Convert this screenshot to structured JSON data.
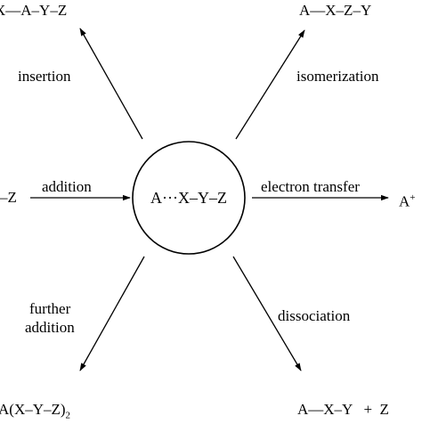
{
  "diagram": {
    "center": "A···X–Y–Z",
    "labels": {
      "insertion": "insertion",
      "isomerization": "isomerization",
      "addition": "addition",
      "electron_transfer": "electron transfer",
      "further_addition_line1": "further",
      "further_addition_line2": "addition",
      "dissociation": "dissociation"
    },
    "products": {
      "top_left": "X—A–Y–Z",
      "top_right": "A—X–Z–Y",
      "left": "–Z",
      "right": "A",
      "right_sup": "+",
      "bottom_left": "A(X–Y–Z)",
      "bottom_left_sub": "2",
      "bottom_right": "A—X–Y   +  Z"
    },
    "colors": {
      "ink": "#000000",
      "background": "#ffffff"
    }
  }
}
